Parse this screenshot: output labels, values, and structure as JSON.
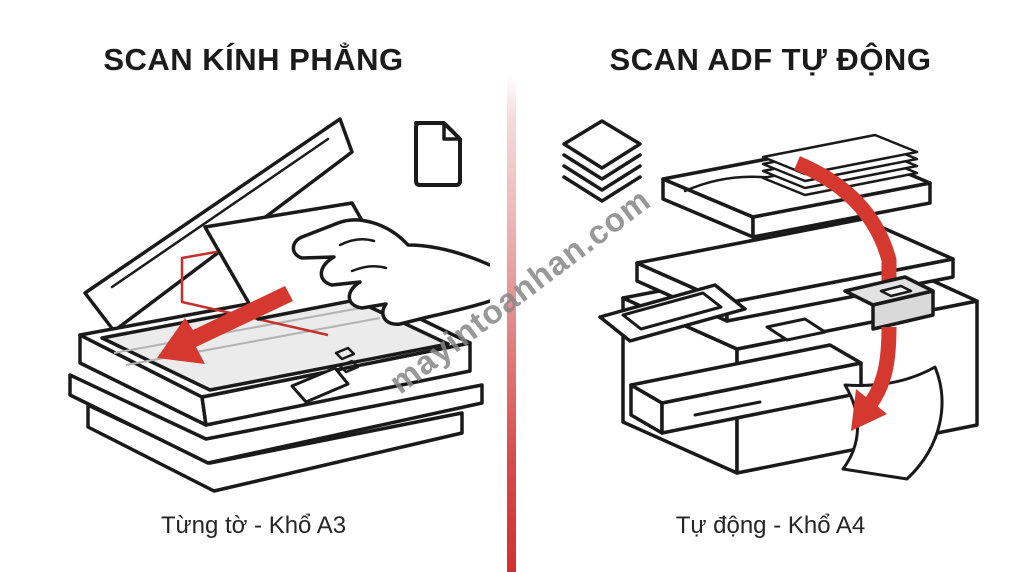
{
  "left_panel": {
    "title": "SCAN KÍNH PHẲNG",
    "caption": "Từng tờ - Khổ A3",
    "illustration": "flatbed scanner with open lid, hand placing a sheet on the glass, red arrow showing placement direction",
    "icon": "single-document-icon"
  },
  "right_panel": {
    "title": "SCAN ADF TỰ ĐỘNG",
    "caption": "Tự động - Khổ A4",
    "illustration": "multifunction printer with ADF feeder stack, red curved arrow showing automatic feed path to output tray",
    "icon": "paper-stack-icon"
  },
  "watermark": "mayintoanhan.com",
  "colors": {
    "background": "#ffffff",
    "accent_red": "#d5382e",
    "divider_red": "#d03030",
    "line_art": "#1a1a1a",
    "glass_gray": "#ebebeb",
    "watermark_gray": "#868686",
    "title_text": "#1b1b1b",
    "caption_text": "#262626"
  }
}
